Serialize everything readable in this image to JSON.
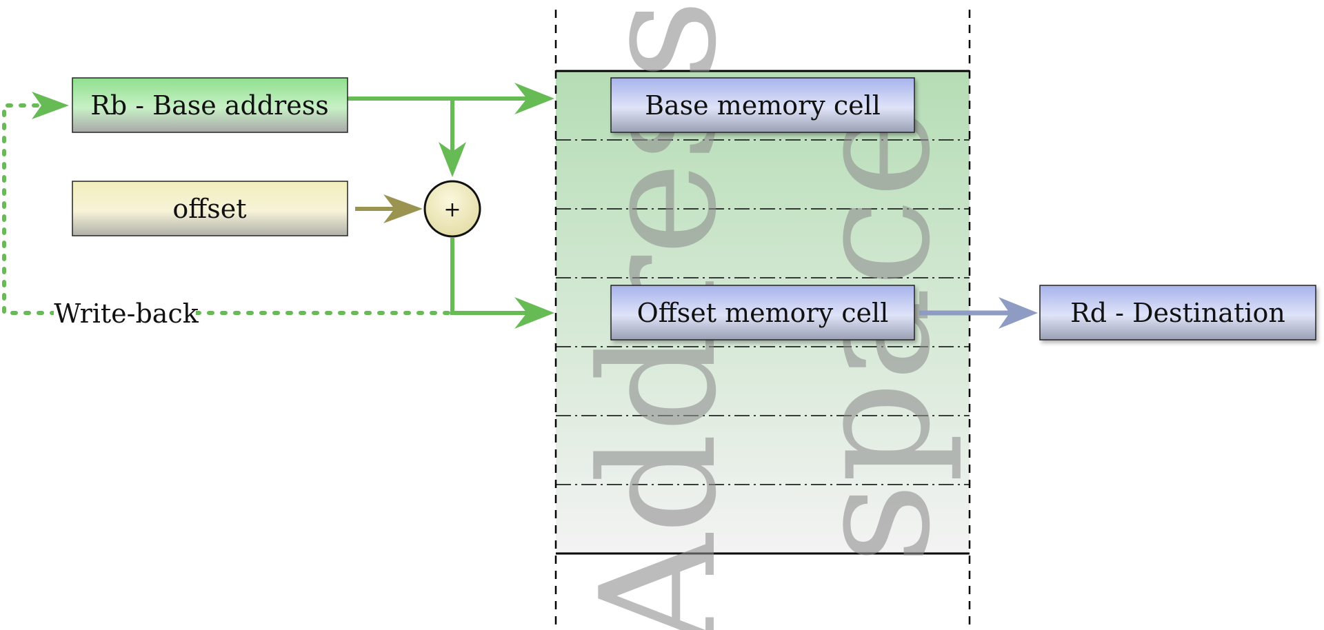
{
  "labels": {
    "base_register": "Rb - Base address",
    "offset": "offset",
    "adder": "+",
    "write_back": "Write-back",
    "base_cell": "Base memory cell",
    "offset_cell": "Offset memory cell",
    "destination": "Rd - Destination",
    "watermark_line1": "Address",
    "watermark_line2": "space"
  },
  "colors": {
    "green_flow": "#66bb55",
    "olive_flow": "#9a9450",
    "blue_flow": "#8e9cc4",
    "memory_top": "#b5ddb5",
    "memory_bottom": "#f3f3f3",
    "register_green": "#a6e8a8",
    "register_yellow": "#f0ecc2",
    "cell_blue": "#b8c2ee"
  }
}
